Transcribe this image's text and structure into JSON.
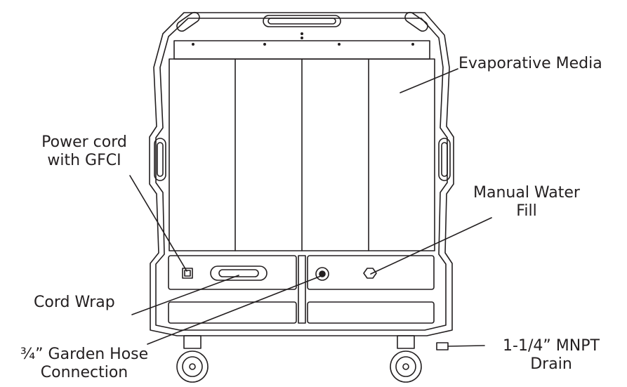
{
  "labels": {
    "evaporative_media": "Evaporative Media",
    "power_cord_line1": "Power cord",
    "power_cord_line2": "with GFCI",
    "manual_water_fill_line1": "Manual Water",
    "manual_water_fill_line2": "Fill",
    "cord_wrap": "Cord Wrap",
    "garden_hose_line1": "¾” Garden Hose",
    "garden_hose_line2": "Connection",
    "drain_line1": "1-1/4” MNPT",
    "drain_line2": "Drain"
  },
  "colors": {
    "line": "#231f20",
    "background": "#ffffff"
  }
}
